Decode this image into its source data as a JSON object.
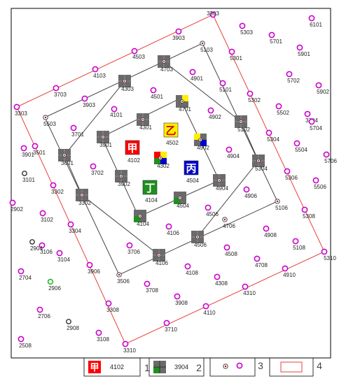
{
  "colors": {
    "frame": "#000000",
    "outer_boundary": "#e8413c",
    "inner_grid": "#444444",
    "well_ring": "#cc00cc",
    "well_center": "#cc0000",
    "blank_ring": "#333333",
    "green_ring": "#22bb22",
    "cell_gray": "#6a6a6a",
    "cell_green": "#1f8f1f",
    "cell_red": "#ff0000",
    "cell_blue": "#0000cc",
    "cell_yellow": "#ffee00",
    "label": "#222222",
    "label_red": "#cc0000"
  },
  "boundary_label": "",
  "wells": [
    {
      "label": "3303",
      "kind": "pink"
    },
    {
      "label": "3903",
      "kind": "pink"
    },
    {
      "label": "4503",
      "kind": "pink"
    },
    {
      "label": "4103",
      "kind": "pink"
    },
    {
      "label": "3703",
      "kind": "pink"
    },
    {
      "label": "3303",
      "kind": "pink"
    },
    {
      "label": "3903",
      "kind": "pink"
    },
    {
      "label": "4101",
      "kind": "pink"
    },
    {
      "label": "4501",
      "kind": "pink"
    },
    {
      "label": "4901",
      "kind": "pink"
    },
    {
      "label": "5303",
      "kind": "pink"
    },
    {
      "label": "5701",
      "kind": "pink"
    },
    {
      "label": "5901",
      "kind": "pink"
    },
    {
      "label": "5301",
      "kind": "pink"
    },
    {
      "label": "5101",
      "kind": "pink"
    },
    {
      "label": "5302",
      "kind": "pink"
    },
    {
      "label": "5502",
      "kind": "pink"
    },
    {
      "label": "5702",
      "kind": "pink"
    },
    {
      "label": "5902",
      "kind": "pink"
    },
    {
      "label": "4902",
      "kind": "pink"
    },
    {
      "label": "3701",
      "kind": "pink"
    },
    {
      "label": "3501",
      "kind": "pink"
    },
    {
      "label": "3702",
      "kind": "pink"
    },
    {
      "label": "3704",
      "kind": "pink"
    },
    {
      "label": "3302",
      "kind": "pink"
    },
    {
      "label": "3304",
      "kind": "pink"
    },
    {
      "label": "3102",
      "kind": "pink"
    },
    {
      "label": "3706",
      "kind": "pink"
    },
    {
      "label": "3906",
      "kind": "pink"
    },
    {
      "label": "3708",
      "kind": "pink"
    },
    {
      "label": "3308",
      "kind": "pink"
    },
    {
      "label": "3710",
      "kind": "pink"
    },
    {
      "label": "3310",
      "kind": "pink"
    },
    {
      "label": "3908",
      "kind": "pink"
    },
    {
      "label": "4108",
      "kind": "pink"
    },
    {
      "label": "4106",
      "kind": "pink"
    },
    {
      "label": "4506",
      "kind": "pink"
    },
    {
      "label": "4508",
      "kind": "pink"
    },
    {
      "label": "4904",
      "kind": "pink"
    },
    {
      "label": "4906",
      "kind": "pink"
    },
    {
      "label": "5304",
      "kind": "pink"
    },
    {
      "label": "5306",
      "kind": "pink"
    },
    {
      "label": "5308",
      "kind": "pink"
    },
    {
      "label": "5310",
      "kind": "pink"
    },
    {
      "label": "4910",
      "kind": "pink"
    },
    {
      "label": "4908",
      "kind": "pink"
    },
    {
      "label": "4110",
      "kind": "pink"
    },
    {
      "label": "5706",
      "kind": "pink"
    },
    {
      "label": "5504",
      "kind": "pink"
    },
    {
      "label": "5704",
      "kind": "pink"
    },
    {
      "label": "5506",
      "kind": "pink"
    },
    {
      "label": "5108",
      "kind": "pink"
    },
    {
      "label": "4708",
      "kind": "pink"
    },
    {
      "label": "4310",
      "kind": "pink"
    },
    {
      "label": "4308",
      "kind": "pink"
    },
    {
      "label": "3106",
      "kind": "pink"
    },
    {
      "label": "3104",
      "kind": "pink"
    },
    {
      "label": "2904",
      "kind": "blank"
    },
    {
      "label": "2704",
      "kind": "pink"
    },
    {
      "label": "2906",
      "kind": "green"
    },
    {
      "label": "2706",
      "kind": "pink"
    },
    {
      "label": "2908",
      "kind": "blank"
    },
    {
      "label": "3108",
      "kind": "pink"
    },
    {
      "label": "2508",
      "kind": "pink"
    },
    {
      "label": "2902",
      "kind": "pink"
    },
    {
      "label": "3101",
      "kind": "blank"
    },
    {
      "label": "3901",
      "kind": "pink"
    },
    {
      "label": "6101",
      "kind": "pink"
    },
    {
      "label": "3506",
      "kind": "plain"
    },
    {
      "label": "5106",
      "kind": "plain"
    },
    {
      "label": "4706",
      "kind": "plain"
    },
    {
      "label": "5103",
      "kind": "plain"
    },
    {
      "label": "5503",
      "kind": "plain"
    }
  ],
  "cells": [
    {
      "label": "4703",
      "style": "gray"
    },
    {
      "label": "4303",
      "style": "gray"
    },
    {
      "label": "4701",
      "style": "quad_yellow"
    },
    {
      "label": "4301",
      "style": "gray"
    },
    {
      "label": "3901",
      "style": "gray"
    },
    {
      "label": "3601",
      "style": "gray"
    },
    {
      "label": "3302",
      "style": "gray"
    },
    {
      "label": "3902",
      "style": "gray"
    },
    {
      "label": "4104",
      "style": "green_dot"
    },
    {
      "label": "4504",
      "style": "green_dot"
    },
    {
      "label": "4904",
      "style": "gray"
    },
    {
      "label": "4302",
      "style": "quad_multi"
    },
    {
      "label": "4902",
      "style": "quad_blue"
    },
    {
      "label": "5102",
      "style": "gray"
    },
    {
      "label": "5304",
      "style": "gray"
    },
    {
      "label": "4506",
      "style": "gray"
    },
    {
      "label": "4106",
      "style": "gray"
    }
  ],
  "blocks": [
    {
      "char": "甲",
      "label": "4102",
      "style": "red"
    },
    {
      "char": "乙",
      "label": "4502",
      "style": "yellow"
    },
    {
      "char": "丙",
      "label": "4504",
      "style": "blue"
    },
    {
      "char": "丁",
      "label": "4104",
      "style": "green"
    }
  ],
  "legend": {
    "items": [
      {
        "num": "1",
        "char": "甲",
        "code": "4102"
      },
      {
        "num": "2",
        "code": "3904"
      },
      {
        "num": "3"
      },
      {
        "num": "4"
      }
    ]
  }
}
